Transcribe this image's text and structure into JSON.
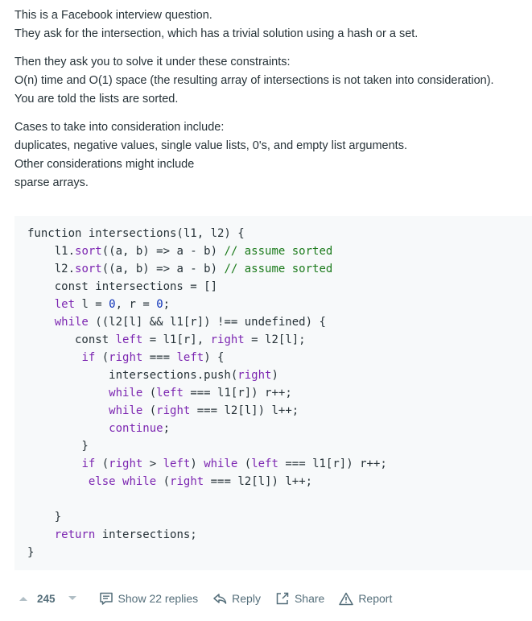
{
  "post": {
    "paragraphs": [
      [
        "This is a Facebook interview question.",
        "They ask for the intersection, which has a trivial solution using a hash or a set."
      ],
      [
        "Then they ask you to solve it under these constraints:",
        "O(n) time and O(1) space (the resulting array of intersections is not taken into consideration).",
        "You are told the lists are sorted."
      ],
      [
        "Cases to take into consideration include:",
        "duplicates, negative values, single value lists, 0's, and empty list arguments.",
        "Other considerations might include",
        "sparse arrays."
      ]
    ]
  },
  "code": {
    "lines": [
      [
        {
          "t": "function intersections(l1, l2) {",
          "c": ""
        }
      ],
      [
        {
          "t": "    l1.",
          "c": ""
        },
        {
          "t": "sort",
          "c": "kw"
        },
        {
          "t": "((a, b) => a - b) ",
          "c": ""
        },
        {
          "t": "// assume sorted",
          "c": "com"
        }
      ],
      [
        {
          "t": "    l2.",
          "c": ""
        },
        {
          "t": "sort",
          "c": "kw"
        },
        {
          "t": "((a, b) => a - b) ",
          "c": ""
        },
        {
          "t": "// assume sorted",
          "c": "com"
        }
      ],
      [
        {
          "t": "    const intersections = []",
          "c": ""
        }
      ],
      [
        {
          "t": "    ",
          "c": ""
        },
        {
          "t": "let",
          "c": "kw"
        },
        {
          "t": " l = ",
          "c": ""
        },
        {
          "t": "0",
          "c": "num"
        },
        {
          "t": ", r = ",
          "c": ""
        },
        {
          "t": "0",
          "c": "num"
        },
        {
          "t": ";",
          "c": ""
        }
      ],
      [
        {
          "t": "    ",
          "c": ""
        },
        {
          "t": "while",
          "c": "kw"
        },
        {
          "t": " ((l2[l] && l1[r]) !== undefined) {",
          "c": ""
        }
      ],
      [
        {
          "t": "       const ",
          "c": ""
        },
        {
          "t": "left",
          "c": "kw"
        },
        {
          "t": " = l1[r], ",
          "c": ""
        },
        {
          "t": "right",
          "c": "kw"
        },
        {
          "t": " = l2[l];",
          "c": ""
        }
      ],
      [
        {
          "t": "        ",
          "c": ""
        },
        {
          "t": "if",
          "c": "kw"
        },
        {
          "t": " (",
          "c": ""
        },
        {
          "t": "right",
          "c": "kw"
        },
        {
          "t": " === ",
          "c": ""
        },
        {
          "t": "left",
          "c": "kw"
        },
        {
          "t": ") {",
          "c": ""
        }
      ],
      [
        {
          "t": "            intersections.push(",
          "c": ""
        },
        {
          "t": "right",
          "c": "kw"
        },
        {
          "t": ")",
          "c": ""
        }
      ],
      [
        {
          "t": "            ",
          "c": ""
        },
        {
          "t": "while",
          "c": "kw"
        },
        {
          "t": " (",
          "c": ""
        },
        {
          "t": "left",
          "c": "kw"
        },
        {
          "t": " === l1[r]) r++;",
          "c": ""
        }
      ],
      [
        {
          "t": "            ",
          "c": ""
        },
        {
          "t": "while",
          "c": "kw"
        },
        {
          "t": " (",
          "c": ""
        },
        {
          "t": "right",
          "c": "kw"
        },
        {
          "t": " === l2[l]) l++;",
          "c": ""
        }
      ],
      [
        {
          "t": "            ",
          "c": ""
        },
        {
          "t": "continue",
          "c": "kw"
        },
        {
          "t": ";",
          "c": ""
        }
      ],
      [
        {
          "t": "        }",
          "c": ""
        }
      ],
      [
        {
          "t": "        ",
          "c": ""
        },
        {
          "t": "if",
          "c": "kw"
        },
        {
          "t": " (",
          "c": ""
        },
        {
          "t": "right",
          "c": "kw"
        },
        {
          "t": " > ",
          "c": ""
        },
        {
          "t": "left",
          "c": "kw"
        },
        {
          "t": ") ",
          "c": ""
        },
        {
          "t": "while",
          "c": "kw"
        },
        {
          "t": " (",
          "c": ""
        },
        {
          "t": "left",
          "c": "kw"
        },
        {
          "t": " === l1[r]) r++;",
          "c": ""
        }
      ],
      [
        {
          "t": "         ",
          "c": ""
        },
        {
          "t": "else",
          "c": "kw"
        },
        {
          "t": " ",
          "c": ""
        },
        {
          "t": "while",
          "c": "kw"
        },
        {
          "t": " (",
          "c": ""
        },
        {
          "t": "right",
          "c": "kw"
        },
        {
          "t": " === l2[l]) l++;",
          "c": ""
        }
      ],
      [
        {
          "t": "",
          "c": ""
        }
      ],
      [
        {
          "t": "    }",
          "c": ""
        }
      ],
      [
        {
          "t": "    ",
          "c": ""
        },
        {
          "t": "return",
          "c": "kw"
        },
        {
          "t": " intersections;",
          "c": ""
        }
      ],
      [
        {
          "t": "}",
          "c": ""
        }
      ]
    ]
  },
  "footer": {
    "votes": "245",
    "replies_label": "Show 22 replies",
    "reply_label": "Reply",
    "share_label": "Share",
    "report_label": "Report"
  },
  "colors": {
    "keyword": "#7c26b1",
    "number": "#0c31b8",
    "comment": "#1c7b1c",
    "code_bg": "#f7f9fa",
    "muted": "#546e7a"
  },
  "icons": [
    "caret-up-icon",
    "caret-down-icon",
    "comment-icon",
    "reply-arrow-icon",
    "share-icon",
    "warning-icon"
  ]
}
